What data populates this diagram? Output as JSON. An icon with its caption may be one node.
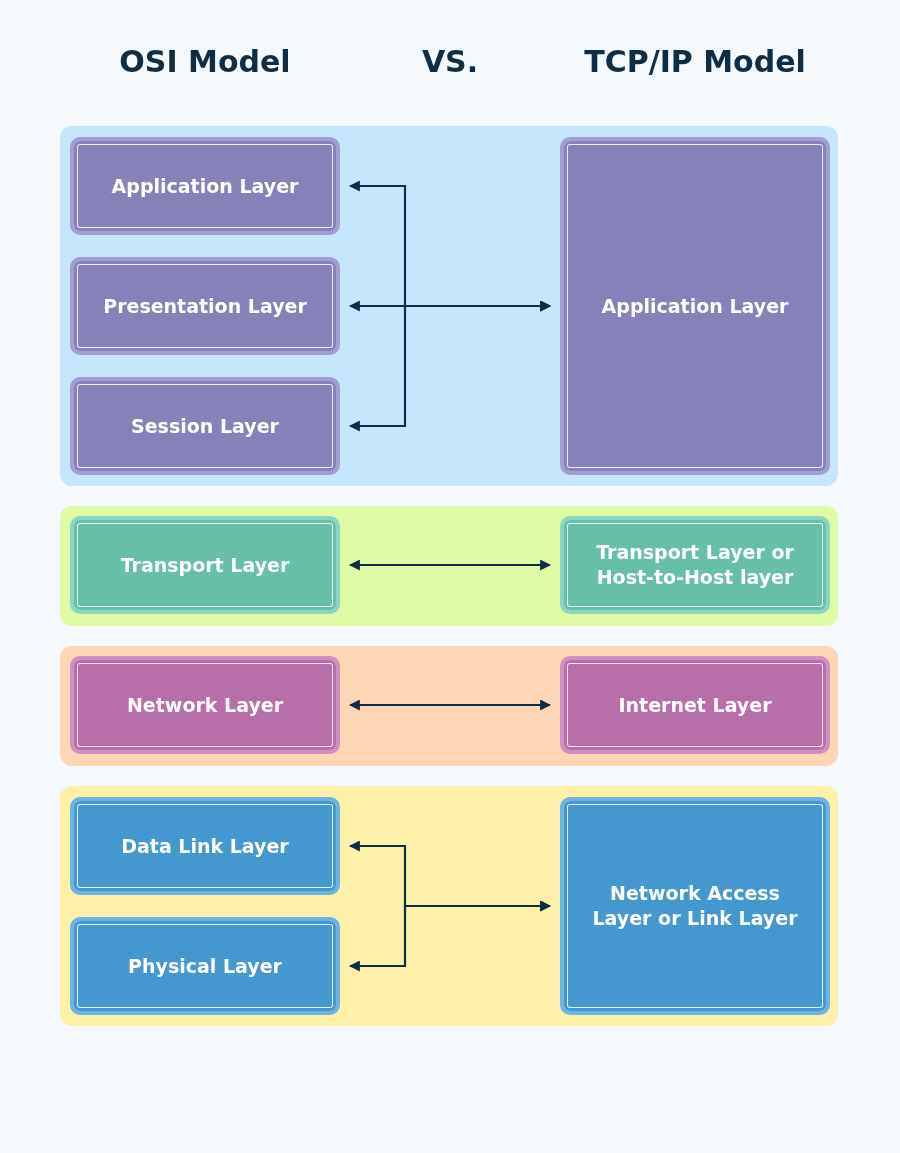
{
  "diagram": {
    "nodes": [
      {
        "text": [],
        "shape": "box"
      },
      {
        "text": [
          "Application Layer"
        ],
        "in": 0
      },
      {
        "text": [
          "Presentation Layer"
        ],
        "in": 0
      },
      {
        "text": [
          "Session Layer"
        ],
        "in": 0
      },
      {
        "text": [
          "Application Layer"
        ],
        "in": 0
      },
      {
        "text": [],
        "shape": "box"
      },
      {
        "text": [
          "Transport Layer"
        ],
        "in": 5
      },
      {
        "text": [
          "Transport Layer or Host-to-Host layer"
        ],
        "in": 5
      },
      {
        "text": [],
        "shape": "box"
      },
      {
        "text": [
          "Network Layer"
        ],
        "in": 8
      },
      {
        "text": [
          "Internet Layer"
        ],
        "in": 8
      },
      {
        "text": [],
        "shape": "box"
      },
      {
        "text": [
          "Data Link Layer"
        ],
        "in": 11
      },
      {
        "text": [
          "Physical Layer"
        ],
        "in": 11
      },
      {
        "text": [
          "Network Access Layer or Link Layer"
        ],
        "in": 11
      }
    ],
    "edges": [
      {
        "from": 4,
        "to": 1,
        "arrow": "both"
      },
      {
        "from": 4,
        "to": 2,
        "arrow": "both"
      },
      {
        "from": 4,
        "to": 3,
        "arrow": "both"
      },
      {
        "from": 6,
        "to": 7,
        "arrow": "both"
      },
      {
        "from": 9,
        "to": 10,
        "arrow": "both"
      },
      {
        "from": 14,
        "to": 12,
        "arrow": "both"
      },
      {
        "from": 14,
        "to": 13,
        "arrow": "both"
      }
    ],
    "labels": [
      "OSI Model",
      "VS.",
      "TCP/IP Model"
    ]
  }
}
